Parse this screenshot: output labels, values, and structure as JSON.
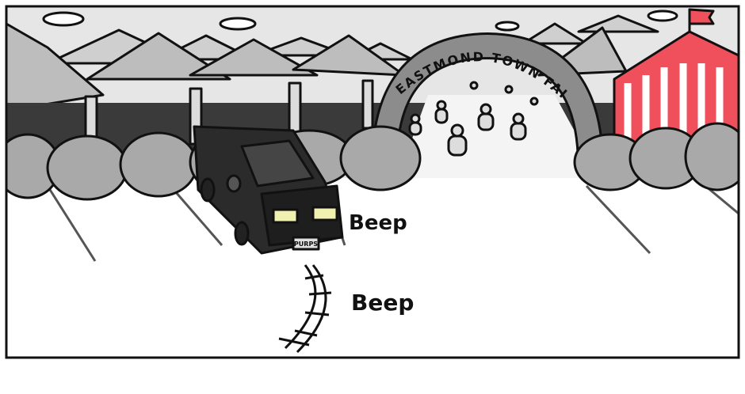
{
  "panel": {
    "arch_sign": "EASTMOND TOWN FAIR",
    "sound_effects": [
      "Beep",
      "Beep"
    ],
    "license_plate": "PURPS"
  },
  "colors": {
    "sky": "#e6e6e6",
    "tent_gray": "#bdbdbd",
    "shadow_band": "#3a3a3a",
    "bush": "#a9a9a9",
    "van": "#2b2b2b",
    "headlight": "#f0f0b0",
    "tent_red": "#f0505c",
    "ink": "#111111"
  }
}
